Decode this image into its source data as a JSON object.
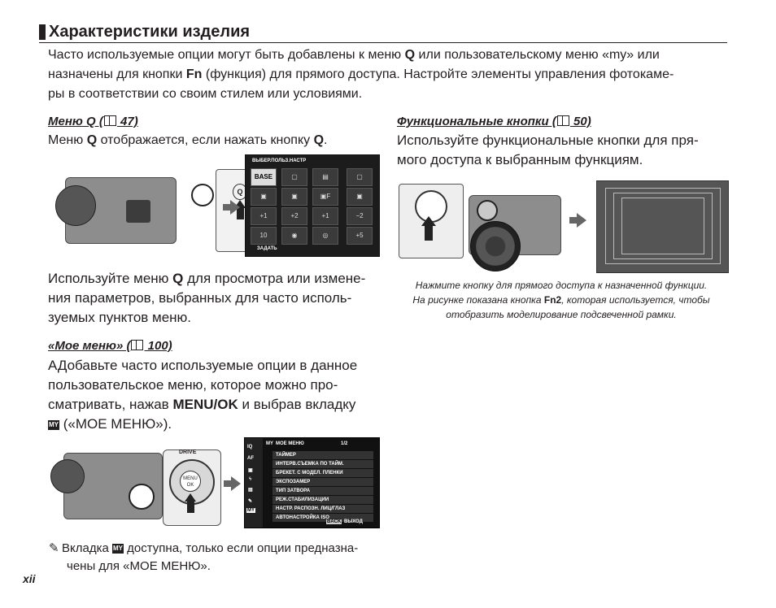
{
  "title": "Характеристики изделия",
  "intro": {
    "line1_a": "Часто используемые опции могут быть добавлены к меню",
    "line1_key": "Q",
    "line1_b": "или пользовательскому меню «my» или",
    "line2_a": "назначены для кнопки",
    "line2_key": "Fn",
    "line2_b": "(функция) для прямого доступа. Настройте элементы управления фотокаме-",
    "line3": "ры в соответствии со своим стилем или условиями."
  },
  "q_menu": {
    "heading_a": "Меню Q (",
    "heading_b": " 47)",
    "desc_a": "Меню",
    "desc_key1": "Q",
    "desc_b": "отображается, если нажать кнопку",
    "desc_key2": "Q",
    "desc_end": ".",
    "panel_title": "ВЫБЕР.ПОЛЬЗ.НАСТР",
    "panel_base": "BASE",
    "panel_footer": "ЗАДАТЬ",
    "usage_a": "Используйте меню",
    "usage_key": "Q",
    "usage_b": "для просмотра или измене-",
    "usage_line2": "ния параметров, выбранных для часто исполь-",
    "usage_line3": "зуемых пунктов меню."
  },
  "my_menu": {
    "heading_a": "«Мое меню» (",
    "heading_b": " 100)",
    "line1": "АДобавьте часто используемые опции в данное",
    "line2": "пользовательское меню, которое можно про-",
    "line3_a": "сматривать, нажав",
    "line3_key": "MENU/OK",
    "line3_b": "и выбрав вкладку",
    "line4": "(«МОЕ МЕНЮ»).",
    "drive_label": "DRIVE",
    "menu_ok_label": "MENU OK",
    "panel_title": "МОЕ МЕНЮ",
    "panel_page": "1/2",
    "items": [
      "ТАЙМЕР",
      "ИНТЕРВ.СЪЕМКА ПО ТАЙМ.",
      "БРЕКЕТ. С МОДЕЛ. ПЛЕНКИ",
      "ЭКСПОЗАМЕР",
      "ТИП ЗАТВОРА",
      "РЕЖ.СТАБИЛИЗАЦИИ",
      "НАСТР. РАСПОЗН. ЛИЦ/ГЛАЗ",
      "АВТОНАСТРОЙКА ISO"
    ],
    "back_label": "BACK",
    "exit_label": "ВЫХОД",
    "note_a": "Вкладка",
    "note_b": "доступна, только если опции предназна-",
    "note_line2": "чены для «МОЕ МЕНЮ»."
  },
  "fn_buttons": {
    "heading_a": "Функциональные кнопки (",
    "heading_b": " 50)",
    "line1": "Используйте функциональные кнопки для пря-",
    "line2": "мого доступа к выбранным функциям.",
    "caption_line1": "Нажмите кнопку для прямого доступа к назначенной функции.",
    "caption_line2_a": "На рисунке показана кнопка",
    "caption_key": "Fn2",
    "caption_line2_b": ", которая используется, чтобы",
    "caption_line3": "отобразить моделирование подсвеченной рамки."
  },
  "page_number": "xii"
}
